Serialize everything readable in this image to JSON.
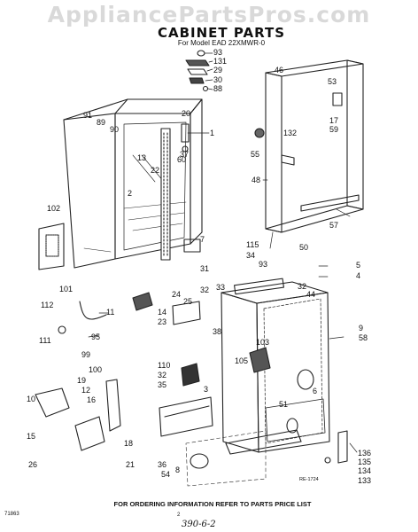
{
  "watermark": "AppliancePartsPros.com",
  "header": {
    "title": "CABINET PARTS",
    "subtitle": "For Model EAD 22XMWR-0"
  },
  "footer": {
    "note": "FOR ORDERING INFORMATION REFER TO PARTS PRICE LIST",
    "left_code": "71863",
    "page_number": "2",
    "handwritten": "390-6-2",
    "drawing_ref": "RE-1724"
  },
  "callouts": [
    "93",
    "131",
    "29",
    "30",
    "88",
    "46",
    "53",
    "17",
    "59",
    "132",
    "55",
    "48",
    "57",
    "50",
    "91",
    "89",
    "90",
    "20",
    "1",
    "13",
    "60",
    "22",
    "37",
    "2",
    "102",
    "7",
    "115",
    "34",
    "93",
    "5",
    "4",
    "31",
    "32",
    "33",
    "24",
    "25",
    "32",
    "44",
    "9",
    "58",
    "101",
    "112",
    "11",
    "14",
    "23",
    "38",
    "103",
    "105",
    "6",
    "51",
    "111",
    "95",
    "99",
    "100",
    "110",
    "32",
    "35",
    "3",
    "19",
    "12",
    "10",
    "16",
    "15",
    "18",
    "26",
    "21",
    "36",
    "8",
    "54",
    "136",
    "135",
    "134",
    "133"
  ]
}
